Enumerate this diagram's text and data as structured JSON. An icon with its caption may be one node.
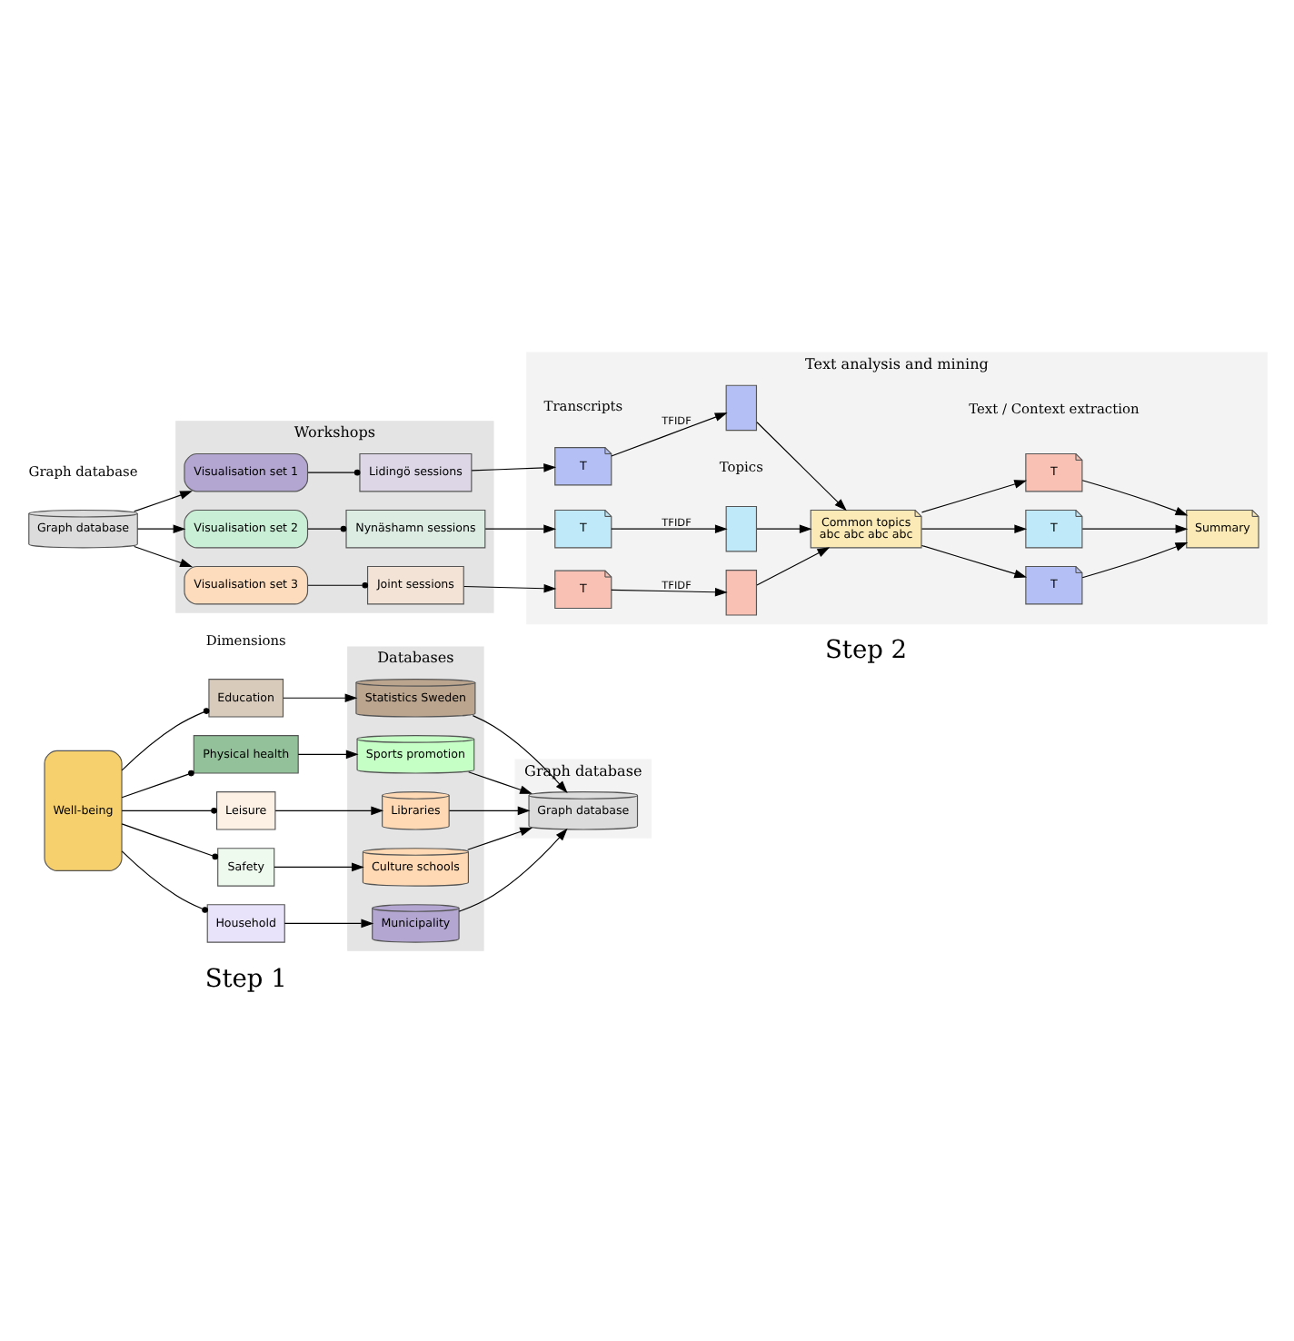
{
  "diagram": {
    "nodes": [
      {
        "text": [
          "Databases"
        ]
      },
      {
        "text": [
          "Graph database"
        ]
      },
      {
        "text": [
          "Well-being"
        ]
      },
      {
        "text": [
          "Education"
        ]
      },
      {
        "text": [
          "Physical health"
        ]
      },
      {
        "text": [
          "Leisure"
        ]
      },
      {
        "text": [
          "Safety"
        ]
      },
      {
        "text": [
          "Household"
        ]
      },
      {
        "text": [
          "Statistics Sweden"
        ],
        "in": 0
      },
      {
        "text": [
          "Sports promotion"
        ],
        "in": 0
      },
      {
        "text": [
          "Libraries"
        ],
        "in": 0
      },
      {
        "text": [
          "Culture schools"
        ],
        "in": 0
      },
      {
        "text": [
          "Municipality"
        ],
        "in": 0
      },
      {
        "text": [
          "Graph database"
        ],
        "in": 1
      },
      {
        "text": [
          "Graph database"
        ]
      },
      {
        "text": [
          "Workshops"
        ]
      },
      {
        "text": [
          "Text analysis and mining"
        ]
      },
      {
        "text": [
          "Visualisation set 1"
        ],
        "in": 15
      },
      {
        "text": [
          "Visualisation set 2"
        ],
        "in": 15
      },
      {
        "text": [
          "Visualisation set 3"
        ],
        "in": 15
      },
      {
        "text": [
          "Lidingö sessions"
        ],
        "in": 15
      },
      {
        "text": [
          "Nynäshamn sessions"
        ],
        "in": 15
      },
      {
        "text": [
          "Joint sessions"
        ],
        "in": 15
      },
      {
        "text": [
          "T"
        ],
        "in": 16
      },
      {
        "text": [
          "T"
        ],
        "in": 16
      },
      {
        "text": [
          "T"
        ],
        "in": 16
      },
      {
        "text": [],
        "shape": "box",
        "in": 16
      },
      {
        "text": [],
        "shape": "box",
        "in": 16
      },
      {
        "text": [],
        "shape": "box",
        "in": 16
      },
      {
        "text": [
          "Common topics",
          "abc abc abc abc"
        ],
        "in": 16
      },
      {
        "text": [
          "T"
        ],
        "in": 16
      },
      {
        "text": [
          "T"
        ],
        "in": 16
      },
      {
        "text": [
          "T"
        ],
        "in": 16
      },
      {
        "text": [
          "Summary"
        ],
        "in": 16
      }
    ],
    "edges": [
      {
        "from": 2,
        "to": 3,
        "arrow": "other"
      },
      {
        "from": 2,
        "to": 4,
        "arrow": "other"
      },
      {
        "from": 2,
        "to": 5,
        "arrow": "other"
      },
      {
        "from": 2,
        "to": 6,
        "arrow": "other"
      },
      {
        "from": 2,
        "to": 7,
        "arrow": "other"
      },
      {
        "from": 3,
        "to": 8,
        "arrow": "to"
      },
      {
        "from": 4,
        "to": 9,
        "arrow": "to"
      },
      {
        "from": 5,
        "to": 10,
        "arrow": "to"
      },
      {
        "from": 6,
        "to": 11,
        "arrow": "to"
      },
      {
        "from": 7,
        "to": 12,
        "arrow": "to"
      },
      {
        "from": 8,
        "to": 13,
        "arrow": "to"
      },
      {
        "from": 9,
        "to": 13,
        "arrow": "to"
      },
      {
        "from": 10,
        "to": 13,
        "arrow": "to"
      },
      {
        "from": 11,
        "to": 13,
        "arrow": "to"
      },
      {
        "from": 12,
        "to": 13,
        "arrow": "to"
      },
      {
        "from": 14,
        "to": 17,
        "arrow": "to"
      },
      {
        "from": 14,
        "to": 18,
        "arrow": "to"
      },
      {
        "from": 14,
        "to": 19,
        "arrow": "to"
      },
      {
        "from": 17,
        "to": 20,
        "arrow": "other"
      },
      {
        "from": 18,
        "to": 21,
        "arrow": "other"
      },
      {
        "from": 19,
        "to": 22,
        "arrow": "other"
      },
      {
        "from": 20,
        "to": 23,
        "arrow": "to"
      },
      {
        "from": 21,
        "to": 24,
        "arrow": "to"
      },
      {
        "from": 22,
        "to": 25,
        "arrow": "to"
      },
      {
        "from": 23,
        "to": 26,
        "arrow": "to",
        "label": "TFIDF"
      },
      {
        "from": 24,
        "to": 27,
        "arrow": "to",
        "label": "TFIDF"
      },
      {
        "from": 25,
        "to": 28,
        "arrow": "to",
        "label": "TFIDF"
      },
      {
        "from": 26,
        "to": 29,
        "arrow": "to"
      },
      {
        "from": 27,
        "to": 29,
        "arrow": "to"
      },
      {
        "from": 28,
        "to": 29,
        "arrow": "to"
      },
      {
        "from": 29,
        "to": 30,
        "arrow": "to"
      },
      {
        "from": 29,
        "to": 31,
        "arrow": "to"
      },
      {
        "from": 29,
        "to": 32,
        "arrow": "to"
      },
      {
        "from": 30,
        "to": 33,
        "arrow": "to"
      },
      {
        "from": 31,
        "to": 33,
        "arrow": "to"
      },
      {
        "from": 32,
        "to": 33,
        "arrow": "to"
      }
    ],
    "labels": [
      "Step 1",
      "Dimensions",
      "Step 2",
      "Graph database",
      "Transcripts",
      "Topics",
      "Text / Context extraction"
    ]
  }
}
